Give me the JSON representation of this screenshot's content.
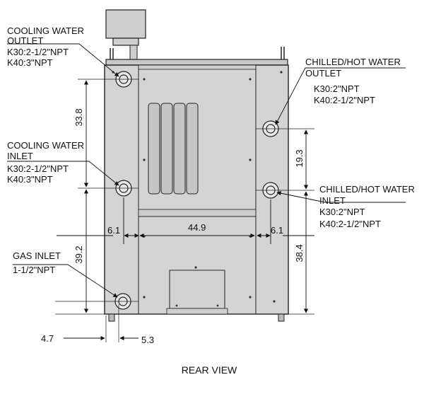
{
  "caption": "REAR VIEW",
  "labels": {
    "cooling_outlet": {
      "lines": [
        "COOLING WATER",
        "OUTLET",
        "K30:2-1/2\"NPT",
        "K40:3\"NPT"
      ]
    },
    "cooling_inlet": {
      "lines": [
        "COOLING WATER",
        "INLET",
        "K30:2-1/2\"NPT",
        "K40:3\"NPT"
      ]
    },
    "gas_inlet": {
      "lines": [
        "GAS INLET",
        "1-1/2\"NPT"
      ]
    },
    "chilled_outlet": {
      "lines": [
        "CHILLED/HOT WATER",
        "OUTLET",
        "K30:2\"NPT",
        "K40:2-1/2\"NPT"
      ]
    },
    "chilled_inlet": {
      "lines": [
        "CHILLED/HOT WATER",
        "INLET",
        "K30:2\"NPT",
        "K40:2-1/2\"NPT"
      ]
    }
  },
  "dimensions": {
    "d_33_8": "33.8",
    "d_19_3": "19.3",
    "d_6_1_left": "6.1",
    "d_44_9": "44.9",
    "d_6_1_right": "6.1",
    "d_39_2": "39.2",
    "d_38_4": "38.4",
    "d_4_7": "4.7",
    "d_5_3": "5.3"
  },
  "colors": {
    "cabinet": "#d4d4d4",
    "stroke": "#222222"
  }
}
